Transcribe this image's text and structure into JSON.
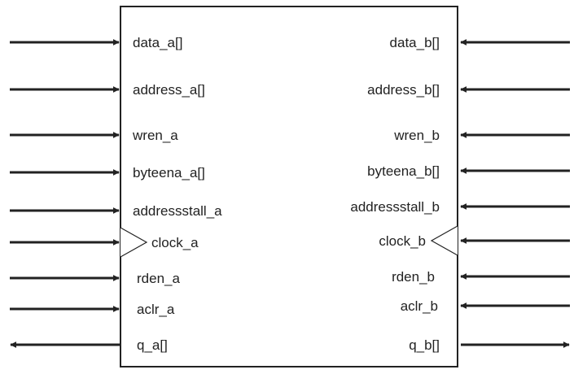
{
  "ports": {
    "left": [
      {
        "label": "data_a[]",
        "direction": "in"
      },
      {
        "label": "address_a[]",
        "direction": "in"
      },
      {
        "label": "wren_a",
        "direction": "in"
      },
      {
        "label": "byteena_a[]",
        "direction": "in"
      },
      {
        "label": "addressstall_a",
        "direction": "in"
      },
      {
        "label": "clock_a",
        "direction": "in",
        "clock": true
      },
      {
        "label": "rden_a",
        "direction": "in"
      },
      {
        "label": "aclr_a",
        "direction": "in"
      },
      {
        "label": "q_a[]",
        "direction": "out"
      }
    ],
    "right": [
      {
        "label": "data_b[]",
        "direction": "in"
      },
      {
        "label": "address_b[]",
        "direction": "in"
      },
      {
        "label": "wren_b",
        "direction": "in"
      },
      {
        "label": "byteena_b[]",
        "direction": "in"
      },
      {
        "label": "addressstall_b",
        "direction": "in"
      },
      {
        "label": "clock_b",
        "direction": "in",
        "clock": true
      },
      {
        "label": "rden_b",
        "direction": "in"
      },
      {
        "label": "aclr_b",
        "direction": "in"
      },
      {
        "label": "q_b[]",
        "direction": "out"
      }
    ]
  },
  "colors": {
    "line": "#222222",
    "background": "#ffffff"
  }
}
